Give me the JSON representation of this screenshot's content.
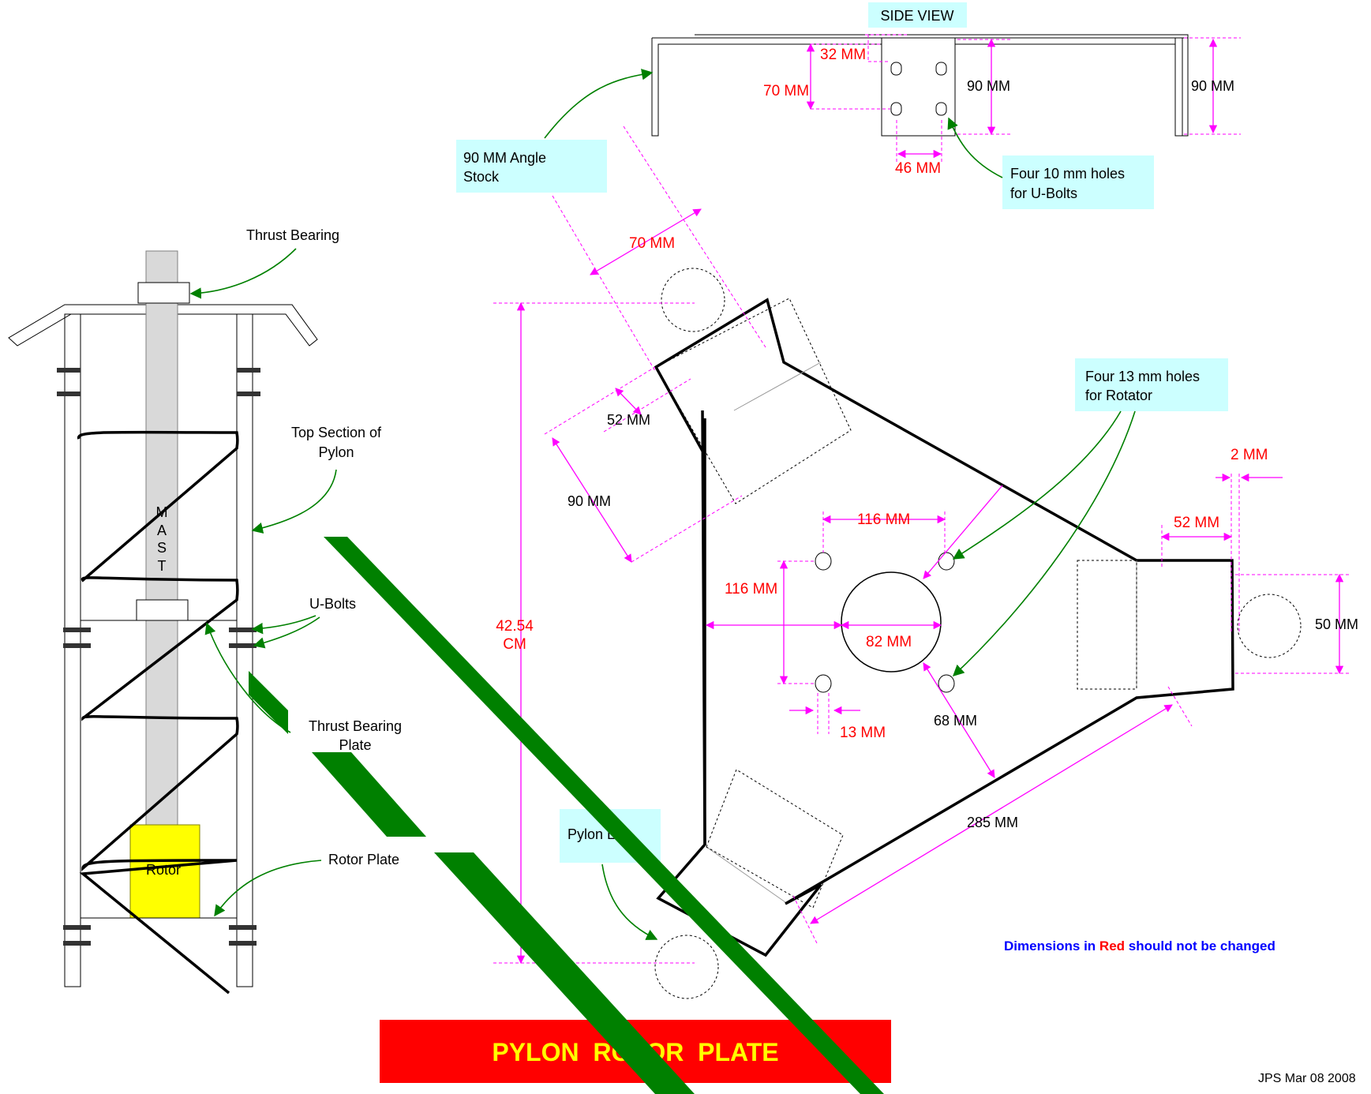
{
  "side_view": {
    "title": "SIDE VIEW",
    "dim_32": "32 MM",
    "dim_70": "70 MM",
    "dim_90_mid": "90 MM",
    "dim_90_right": "90 MM",
    "dim_46": "46 MM",
    "angle_note": [
      "90 MM Angle",
      "Stock"
    ],
    "holes_note": [
      "Four  10 mm holes",
      "for U-Bolts"
    ]
  },
  "plate": {
    "dim_70": "70 MM",
    "dim_52_left": "52 MM",
    "dim_90": "90 MM",
    "dim_height": [
      "42.54",
      "CM"
    ],
    "dim_116_h": "116 MM",
    "dim_116_v": "116 MM",
    "dim_82": "82 MM",
    "dim_13": "13 MM",
    "dim_68": "68 MM",
    "dim_285": "285 MM",
    "dim_2": "2 MM",
    "dim_52_right": "52 MM",
    "dim_50": "50 MM",
    "rotator_note": [
      "Four  13 mm holes",
      "for Rotator"
    ],
    "pylon_leg_note": "Pylon Leg"
  },
  "pylon": {
    "thrust_bearing": "Thrust Bearing",
    "top_section": [
      "Top Section of",
      "Pylon"
    ],
    "mast_letters": [
      "M",
      "A",
      "S",
      "T"
    ],
    "u_bolts": "U-Bolts",
    "thrust_plate": [
      "Thrust Bearing",
      "Plate"
    ],
    "rotor_plate": "Rotor Plate",
    "rotor": "Rotor"
  },
  "footer": {
    "note_prefix": "Dimensions in ",
    "note_red": "Red",
    "note_suffix": " should not be changed",
    "title": "PYLON  ROTOR  PLATE",
    "credit": "JPS  Mar 08 2008"
  },
  "colors": {
    "dimension_text": "#ff0000",
    "dimension_line": "#ff00ff",
    "callout_box": "#ccffff",
    "arrow": "#008000",
    "title_band": "#ff0000",
    "title_text": "#ffff00",
    "note_text": "#0000ff",
    "rotor": "#ffff00"
  }
}
